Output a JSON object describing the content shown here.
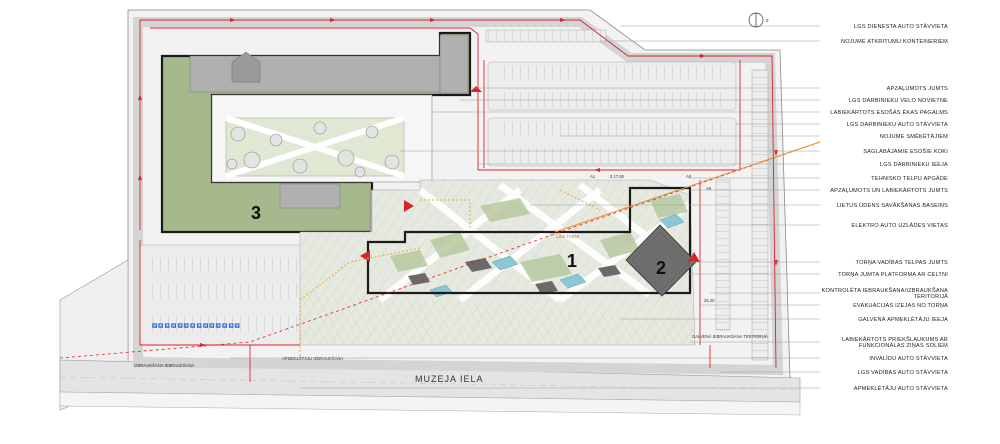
{
  "north_label": "Z",
  "street_name": "MUZEJA IELA",
  "zones": [
    {
      "id": "1",
      "label": "1"
    },
    {
      "id": "2",
      "label": "2"
    },
    {
      "id": "3",
      "label": "3"
    }
  ],
  "small_labels": {
    "a1": "A1",
    "a5": "A5",
    "a6": "A6",
    "elev_1": "3 17.60",
    "elev_2": "25.20",
    "west_exit": "IZBRAUKŠANA IEBRAUKŠANA",
    "visitor_exit": "APMEKLĒTĀJU IEBRAUKŠANA",
    "main_entry": "GALVENĀ IEBRAUKŠANA TERITORIJĀ",
    "orange_note": "LĪDZ TORNI"
  },
  "legend": [
    "LGS DIENESTA AUTO STĀVVIETA",
    "NOJUME ATKRITUMU KONTEINERIEM",
    "APZAĻUMOTS JUMTS",
    "LGS DARBINIEKU VELO NOVIETNE",
    "LABIEKĀRTOTS ESOŠĀS ĒKAS PAGALMS",
    "LGS DARBINIEKU AUTO STĀVVIETA",
    "NOJUME SMĒĶĒTĀJIEM",
    "SAGLABĀJAMIE ESOŠIE KOKI",
    "LGS DARBINIEKU IEEJA",
    "TEHNISKO TELPU APGĀDE",
    "APZAĻUMOTS UN LABIEKĀRTOTS JUMTS",
    "LIETUS ŪDENS SAVĀKŠANAS BASEINS",
    "ELEKTRO AUTO UZLĀDES VIETAS",
    "TORŅA VADĪBAS TELPAS JUMTS",
    "TORŅA JUMTA PLATFORMA AR CELTNI",
    "KONTROLĒTA IEBRAUKŠANA/IZBRAUKŠANA TERITORIJĀ",
    "EVAKUĀCIJAS IZEJAS NO TORŅA",
    "GALVENĀ APMEKLĒTĀJU IEEJA",
    "LABIEKĀRTOTS PRIEKŠLAUKUMS AR FUNKCIONĀLAS ZIŅAS SOLIEM",
    "INVALĪDU AUTO STĀVVIETA",
    "LGS VADĪBAS AUTO STĀVVIETA",
    "APMEKLĒTĀJU AUTO STĀVVIETA"
  ],
  "colors": {
    "green_roof": "#a6b98c",
    "building": "#b0b0b0",
    "route": "#d8242b",
    "pedestrian": "#e9a53b",
    "tower": "#6e6e6e",
    "pool": "#8ec6d4"
  }
}
